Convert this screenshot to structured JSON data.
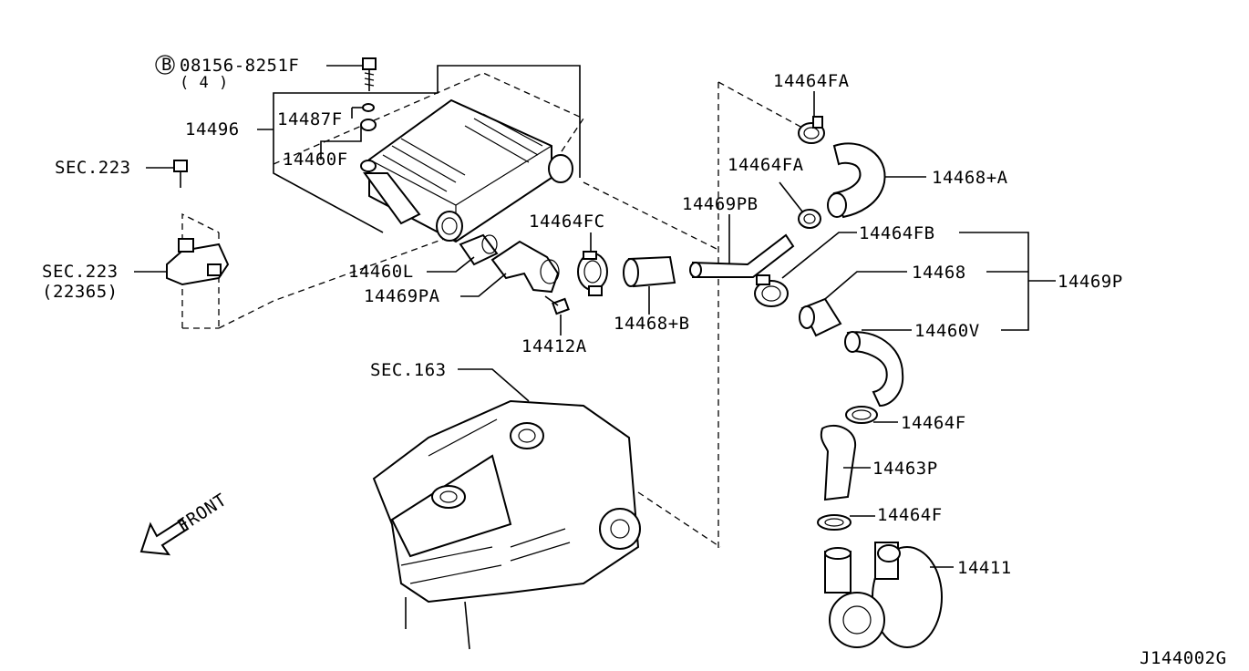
{
  "diagram": {
    "code": "J144002G",
    "front_label": "FRONT",
    "bolt_circle_letter": "B",
    "labels": {
      "bolt_08156": "08156-8251F",
      "bolt_qty": "( 4 )",
      "p14487F": "14487F",
      "p14496": "14496",
      "p14460F": "14460F",
      "sec223_top": "SEC.223",
      "sec223_mid": "SEC.223",
      "sec223_sub": "(22365)",
      "p14460L": "14460L",
      "p14469PA": "14469PA",
      "p14464FC": "14464FC",
      "p14412A": "14412A",
      "p14468B": "14468+B",
      "p14469PB": "14469PB",
      "p14464FA_top": "14464FA",
      "p14464FA_mid": "14464FA",
      "p14468A": "14468+A",
      "p14464FB": "14464FB",
      "p14468": "14468",
      "p14469P": "14469P",
      "p14460V": "14460V",
      "sec163": "SEC.163",
      "p14464F_1": "14464F",
      "p14463P": "14463P",
      "p14464F_2": "14464F",
      "p14411": "14411"
    }
  }
}
